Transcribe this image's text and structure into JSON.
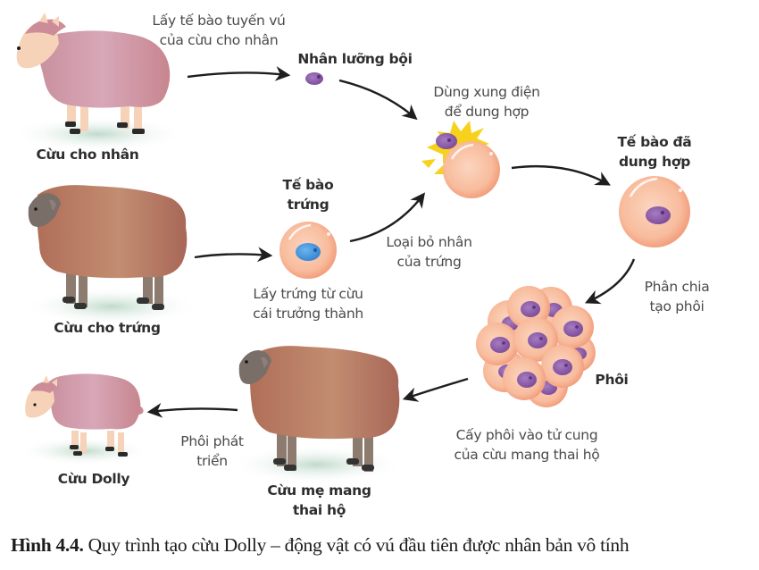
{
  "figure": {
    "caption_number": "Hình 4.4.",
    "caption_text": " Quy trình tạo cừu Dolly – động vật có vú đầu tiên được nhân bản vô tính"
  },
  "nodes": {
    "donor_sheep": {
      "label": "Cừu cho nhân",
      "icon": "pink-sheep-icon"
    },
    "egg_sheep": {
      "label": "Cừu cho trứng",
      "icon": "brown-sheep-icon"
    },
    "diploid_nucleus": {
      "label": "Nhân lưỡng bội",
      "icon": "nucleus-icon"
    },
    "egg_cell": {
      "label_line1": "Tế bào",
      "label_line2": "trứng",
      "icon": "egg-cell-icon"
    },
    "fused_cell": {
      "label_line1": "Tế bào đã",
      "label_line2": "dung hợp",
      "icon": "fused-cell-icon"
    },
    "embryo": {
      "label": "Phôi",
      "icon": "embryo-cluster-icon"
    },
    "surrogate_sheep": {
      "label_line1": "Cừu mẹ mang",
      "label_line2": "thai hộ",
      "icon": "brown-sheep-icon"
    },
    "dolly": {
      "label": "Cừu Dolly",
      "icon": "pink-sheep-icon"
    }
  },
  "steps": {
    "take_mammary_cell": {
      "line1": "Lấy tế bào tuyến vú",
      "line2": "của cừu cho nhân"
    },
    "electric_fusion": {
      "line1": "Dùng xung điện",
      "line2": "để dung hợp"
    },
    "take_egg": {
      "line1": "Lấy trứng từ cừu",
      "line2": "cái trưởng thành"
    },
    "remove_egg_nucleus": {
      "line1": "Loại bỏ nhân",
      "line2": "của trứng"
    },
    "divide_embryo": {
      "line1": "Phân chia",
      "line2": "tạo phôi"
    },
    "implant_embryo": {
      "line1": "Cấy phôi vào tử cung",
      "line2": "của cừu mang thai hộ"
    },
    "embryo_develops": {
      "line1": "Phôi phát",
      "line2": "triển"
    }
  },
  "colors": {
    "pink_wool": "#d4a0ad",
    "brown_wool": "#b87a62",
    "cell_fill": "#f7b999",
    "nucleus_purple": "#8d5aa8",
    "egg_nucleus_blue": "#4a9be0",
    "spark_yellow": "#f7d21d",
    "arrow": "#1e1e1e",
    "shadow_green": "#cfe3d8"
  }
}
